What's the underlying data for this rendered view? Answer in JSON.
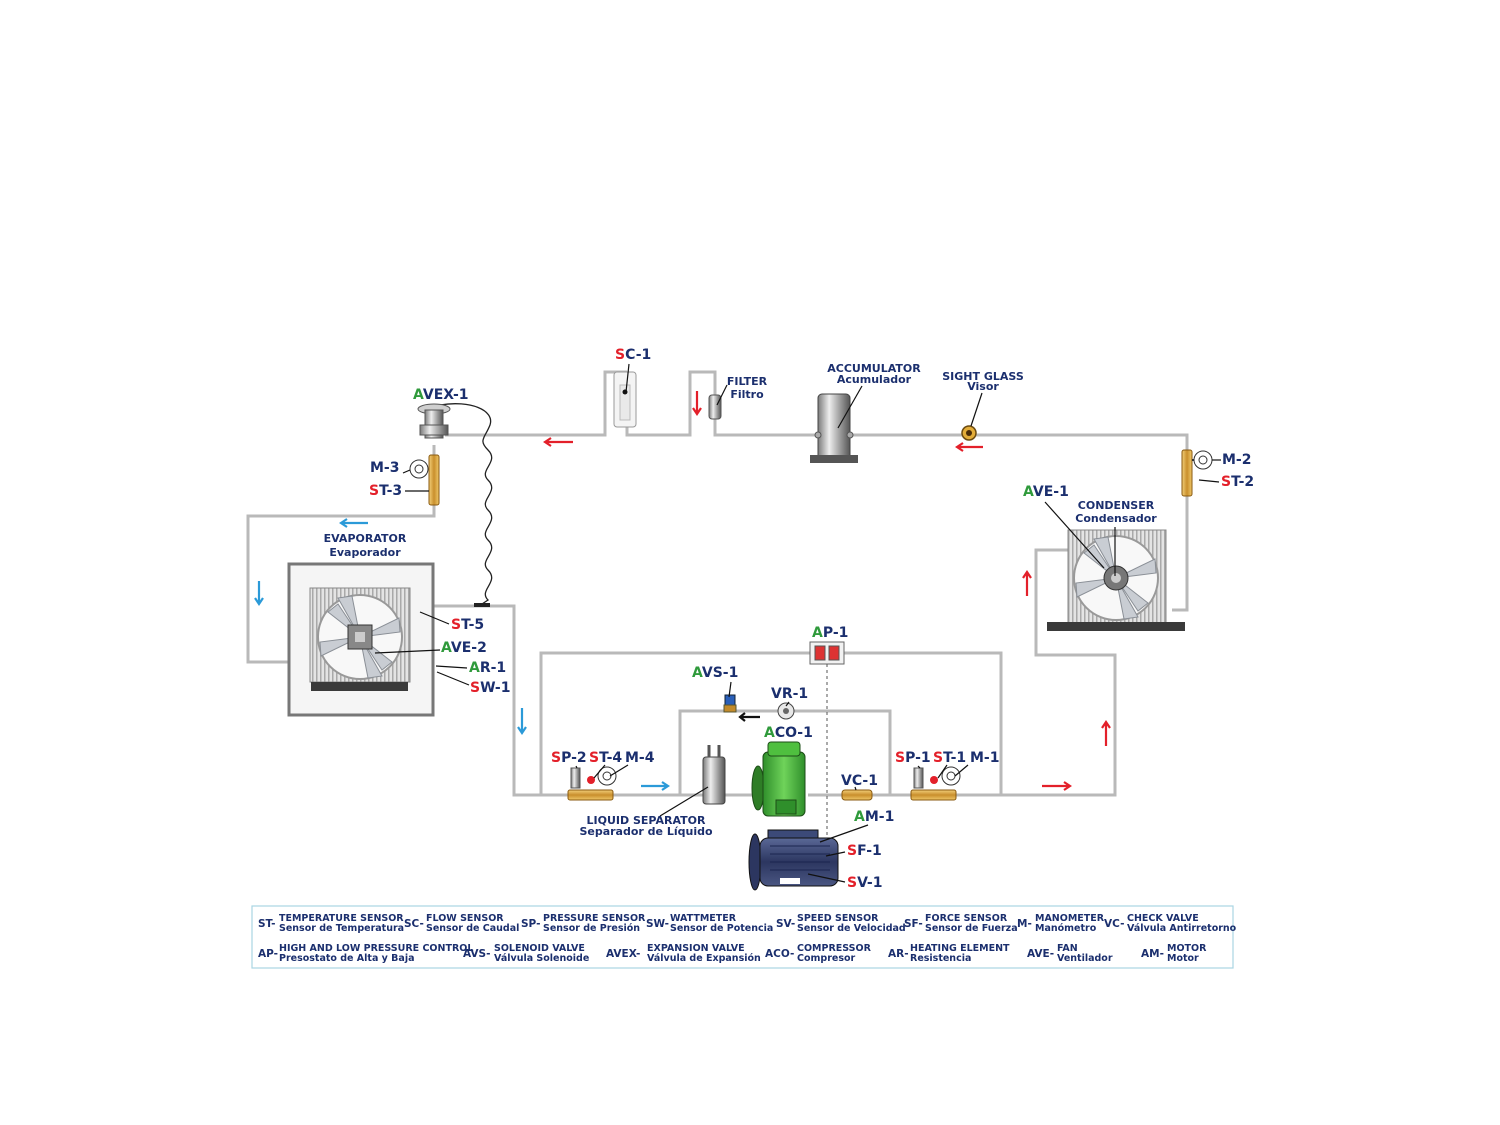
{
  "colors": {
    "label_text": "#1b2f6e",
    "prefix_red": "#e3202a",
    "prefix_green": "#2f9a3b",
    "pipe": "#b9b9b9",
    "arrow_hot": "#e3202a",
    "arrow_cold": "#2b9ad8",
    "compressor": "#4fbf3f",
    "motor": "#3c4a78",
    "brass": "#d9a441",
    "legend_border": "#a9d6e3"
  },
  "tags": {
    "sc1": {
      "pre": "S",
      "rest": "C-1"
    },
    "avex1": {
      "pre": "A",
      "rest": "VEX-1"
    },
    "m3": {
      "pre": "",
      "rest": "M-3"
    },
    "st3": {
      "pre": "S",
      "rest": "T-3"
    },
    "m2": {
      "pre": "",
      "rest": "M-2"
    },
    "st2": {
      "pre": "S",
      "rest": "T-2"
    },
    "ave1": {
      "pre": "A",
      "rest": "VE-1"
    },
    "st5": {
      "pre": "S",
      "rest": "T-5"
    },
    "ave2": {
      "pre": "A",
      "rest": "VE-2"
    },
    "ar1": {
      "pre": "A",
      "rest": "R-1"
    },
    "sw1": {
      "pre": "S",
      "rest": "W-1"
    },
    "ap1": {
      "pre": "A",
      "rest": "P-1"
    },
    "avs1": {
      "pre": "A",
      "rest": "VS-1"
    },
    "vr1": {
      "pre": "",
      "rest": "VR-1"
    },
    "aco1": {
      "pre": "A",
      "rest": "CO-1"
    },
    "sp2": {
      "pre": "S",
      "rest": "P-2"
    },
    "st4": {
      "pre": "S",
      "rest": "T-4"
    },
    "m4": {
      "pre": "",
      "rest": "M-4"
    },
    "sp1": {
      "pre": "S",
      "rest": "P-1"
    },
    "st1": {
      "pre": "S",
      "rest": "T-1"
    },
    "m1": {
      "pre": "",
      "rest": "M-1"
    },
    "vc1": {
      "pre": "",
      "rest": "VC-1"
    },
    "am1": {
      "pre": "A",
      "rest": "M-1"
    },
    "sf1": {
      "pre": "S",
      "rest": "F-1"
    },
    "sv1": {
      "pre": "S",
      "rest": "V-1"
    }
  },
  "captions": {
    "filter": {
      "en": "FILTER",
      "es": "Filtro"
    },
    "accumulator": {
      "en": "ACCUMULATOR",
      "es": "Acumulador"
    },
    "sight_glass": {
      "en": "SIGHT GLASS",
      "es": "Visor"
    },
    "condenser": {
      "en": "CONDENSER",
      "es": "Condensador"
    },
    "evaporator": {
      "en": "EVAPORATOR",
      "es": "Evaporador"
    },
    "liquid_separator": {
      "en": "LIQUID SEPARATOR",
      "es": "Separador de Líquido"
    }
  },
  "legend": [
    {
      "code": "ST-",
      "en": "TEMPERATURE SENSOR",
      "es": "Sensor de Temperatura"
    },
    {
      "code": "SC-",
      "en": "FLOW SENSOR",
      "es": "Sensor de Caudal"
    },
    {
      "code": "SP-",
      "en": "PRESSURE SENSOR",
      "es": "Sensor de Presión"
    },
    {
      "code": "SW-",
      "en": "WATTMETER",
      "es": "Sensor de Potencia"
    },
    {
      "code": "SV-",
      "en": "SPEED SENSOR",
      "es": "Sensor de Velocidad"
    },
    {
      "code": "SF-",
      "en": "FORCE SENSOR",
      "es": "Sensor de Fuerza"
    },
    {
      "code": "M-",
      "en": "MANOMETER",
      "es": "Manómetro"
    },
    {
      "code": "VC-",
      "en": "CHECK VALVE",
      "es": "Válvula Antirretorno"
    },
    {
      "code": "AP-",
      "en": "HIGH AND LOW PRESSURE CONTROL",
      "es": "Presostato de Alta y Baja"
    },
    {
      "code": "AVS-",
      "en": "SOLENOID VALVE",
      "es": "Válvula Solenoide"
    },
    {
      "code": "AVEX-",
      "en": "EXPANSION VALVE",
      "es": "Válvula de Expansión"
    },
    {
      "code": "ACO-",
      "en": "COMPRESSOR",
      "es": "Compresor"
    },
    {
      "code": "AR-",
      "en": "HEATING ELEMENT",
      "es": "Resistencia"
    },
    {
      "code": "AVE-",
      "en": "FAN",
      "es": "Ventilador"
    },
    {
      "code": "AM-",
      "en": "MOTOR",
      "es": "Motor"
    }
  ]
}
